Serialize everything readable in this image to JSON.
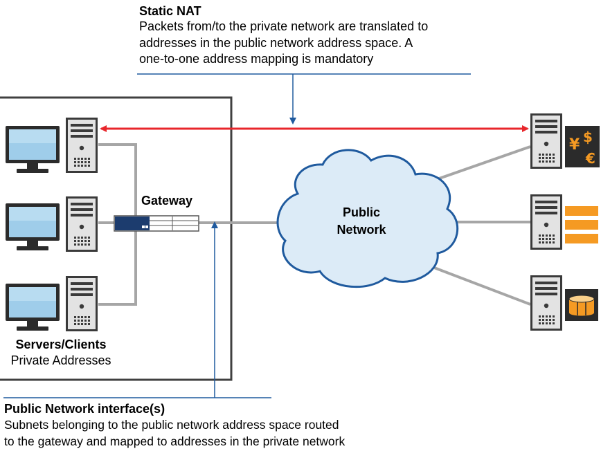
{
  "static_nat": {
    "title": "Static NAT",
    "line1": "Packets from/to the private network are translated to",
    "line2": "addresses in the public network address space. A",
    "line3": "one-to-one address mapping is mandatory"
  },
  "gateway": {
    "label": "Gateway"
  },
  "cloud": {
    "line1": "Public",
    "line2": "Network"
  },
  "private_network": {
    "title": "Servers/Clients",
    "subtitle": "Private Addresses"
  },
  "public_interface": {
    "title": "Public Network interface(s)",
    "line1": "Subnets belonging to the  public network address space routed",
    "line2": "to the gateway and mapped to addresses in the private network"
  },
  "colors": {
    "red_arrow": "#e8262b",
    "blue_line": "#1f5a9e",
    "orange_icon": "#f59a23",
    "cloud_fill": "#dcebf7",
    "cloud_stroke": "#1f5a9e",
    "connector_gray": "#a6a6a6",
    "box_border": "#404040"
  },
  "icons": [
    "monitor-icon",
    "server-tower-icon",
    "gateway-device-icon",
    "cloud-icon",
    "currency-icon",
    "database-rows-icon",
    "storage-drum-icon"
  ]
}
